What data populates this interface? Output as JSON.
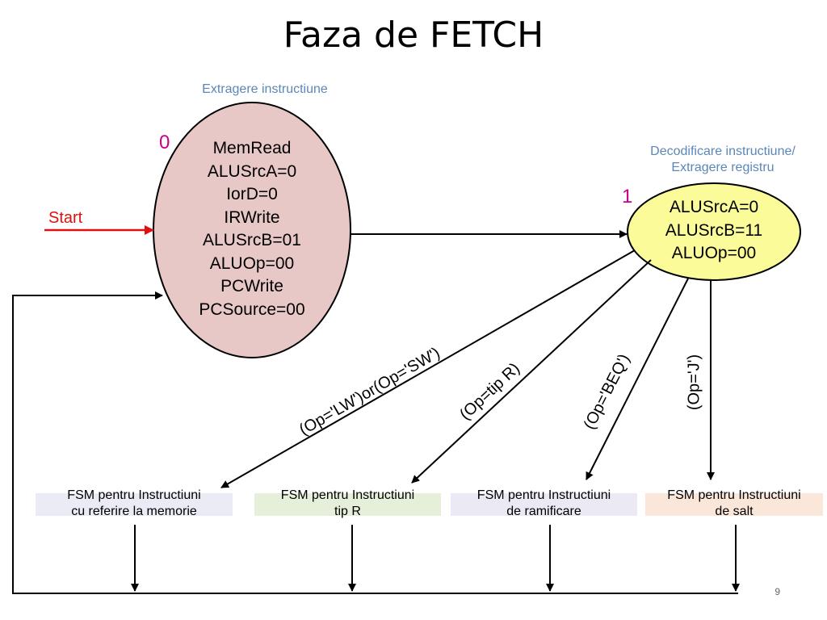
{
  "title": "Faza de FETCH",
  "start_label": "Start",
  "page_number": "9",
  "colors": {
    "state0_fill": "#e8c8c6",
    "state1_fill": "#fbfb99",
    "caption": "#5b87b8",
    "state_number": "#c8008c",
    "start_arrow": "#e01010"
  },
  "states": [
    {
      "number": "0",
      "caption": "Extragere instructiune",
      "signals": [
        "MemRead",
        "ALUSrcA=0",
        "IorD=0",
        "IRWrite",
        "ALUSrcB=01",
        "ALUOp=00",
        "PCWrite",
        "PCSource=00"
      ]
    },
    {
      "number": "1",
      "caption_lines": [
        "Decodificare instructiune/",
        "Extragere registru"
      ],
      "signals": [
        "ALUSrcA=0",
        "ALUSrcB=11",
        "ALUOp=00"
      ]
    }
  ],
  "transitions": [
    {
      "condition": "(Op='LW')or(Op='SW')"
    },
    {
      "condition": "(Op=tip R)"
    },
    {
      "condition": "(Op='BEQ')"
    },
    {
      "condition": "(Op='J')"
    }
  ],
  "fsm_boxes": [
    {
      "lines": [
        "FSM pentru Instructiuni",
        "cu referire la memorie"
      ],
      "color": "#ebebf6"
    },
    {
      "lines": [
        "FSM pentru Instructiuni",
        "tip R"
      ],
      "color": "#e6efd9"
    },
    {
      "lines": [
        "FSM pentru Instructiuni",
        "de ramificare"
      ],
      "color": "#ebe9f3"
    },
    {
      "lines": [
        "FSM pentru Instructiuni",
        "de salt"
      ],
      "color": "#fbe7da"
    }
  ]
}
